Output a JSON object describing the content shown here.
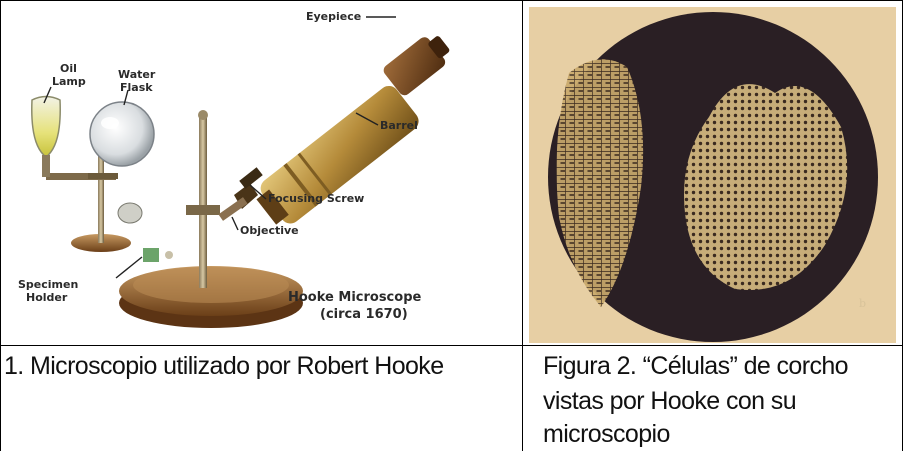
{
  "figure1": {
    "labels": {
      "eyepiece": "Eyepiece",
      "oil": "Oil",
      "lamp": "Lamp",
      "water": "Water",
      "flask": "Flask",
      "barrel": "Barrel",
      "focusing_screw": "Focusing Screw",
      "objective": "Objective",
      "specimen": "Specimen",
      "holder": "Holder",
      "title_line1": "Hooke Microscope",
      "title_line2": "(circa 1670)"
    },
    "caption": "1. Microscopio utilizado por Robert Hooke"
  },
  "figure2": {
    "corner_mark": "b",
    "caption_line1": "Figura 2. “Células” de corcho",
    "caption_line2": "vistas por Hooke con su",
    "caption_line3": "microscopio"
  }
}
